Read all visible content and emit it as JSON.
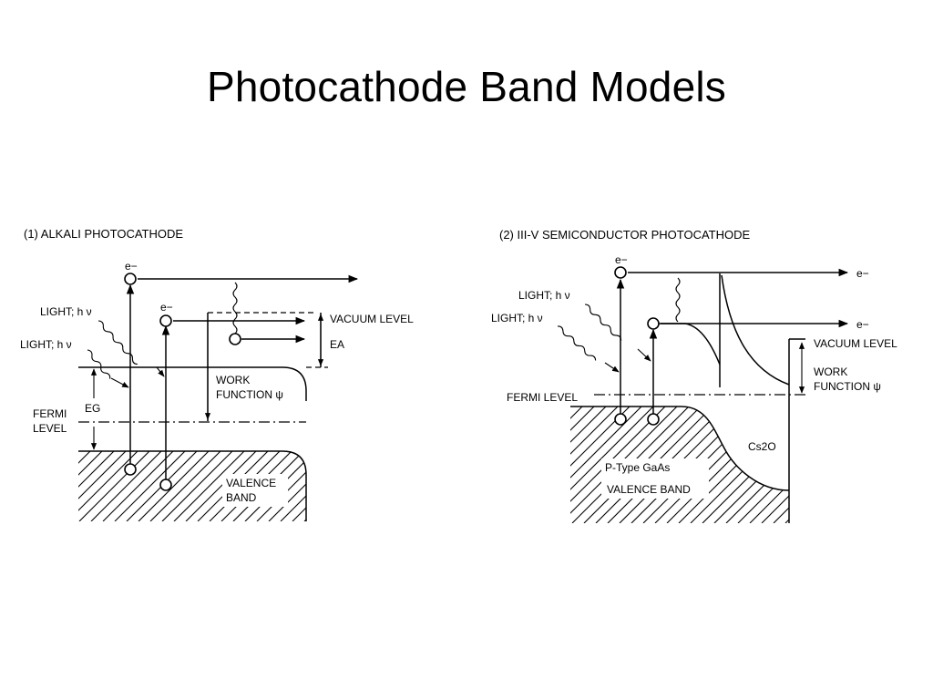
{
  "title": "Photocathode Band Models",
  "panel1": {
    "heading": "(1)  ALKALI PHOTOCATHODE",
    "electron_top": "e−",
    "electron_mid": "e−",
    "light": "LIGHT; h ν",
    "vacuum_level": "VACUUM LEVEL",
    "ea": "EA",
    "work_function_1": "WORK",
    "work_function_2": "FUNCTION ψ",
    "eg": "EG",
    "fermi_1": "FERMI",
    "fermi_2": "LEVEL",
    "valence_1": "VALENCE",
    "valence_2": "BAND"
  },
  "panel2": {
    "heading": "(2)  III-V SEMICONDUCTOR PHOTOCATHODE",
    "electron_top": "e−",
    "electron_right_1": "e−",
    "electron_right_2": "e−",
    "light": "LIGHT; h ν",
    "vacuum_level": "VACUUM LEVEL",
    "work_function_1": "WORK",
    "work_function_2": "FUNCTION ψ",
    "fermi": "FERMI LEVEL",
    "material": "P-Type GaAs",
    "valence": "VALENCE BAND",
    "coating": "Cs2O"
  }
}
